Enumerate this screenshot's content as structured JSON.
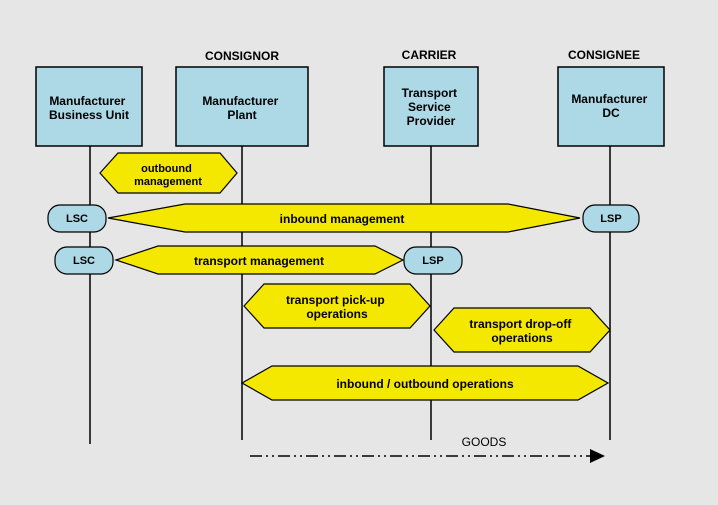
{
  "roles": {
    "consignor": "CONSIGNOR",
    "carrier": "CARRIER",
    "consignee": "CONSIGNEE"
  },
  "entities": {
    "business_unit": [
      "Manufacturer",
      "Business Unit"
    ],
    "plant": [
      "Manufacturer",
      "Plant"
    ],
    "tsp": [
      "Transport",
      "Service",
      "Provider"
    ],
    "dc": [
      "Manufacturer",
      "DC"
    ]
  },
  "badges": {
    "lsc_top": "LSC",
    "lsp_top": "LSP",
    "lsc_mid": "LSC",
    "lsp_mid": "LSP"
  },
  "activities": {
    "outbound": [
      "outbound",
      "management"
    ],
    "inbound": [
      "inbound management"
    ],
    "transport": [
      "transport management"
    ],
    "pickup": [
      "transport pick-up",
      "operations"
    ],
    "dropoff": [
      "transport drop-off",
      "operations"
    ],
    "io_ops": [
      "inbound / outbound operations"
    ]
  },
  "goods_label": "GOODS",
  "colors": {
    "box_fill": "#add8e6",
    "hex_fill": "#f5e800",
    "background": "#e6e6e6"
  }
}
